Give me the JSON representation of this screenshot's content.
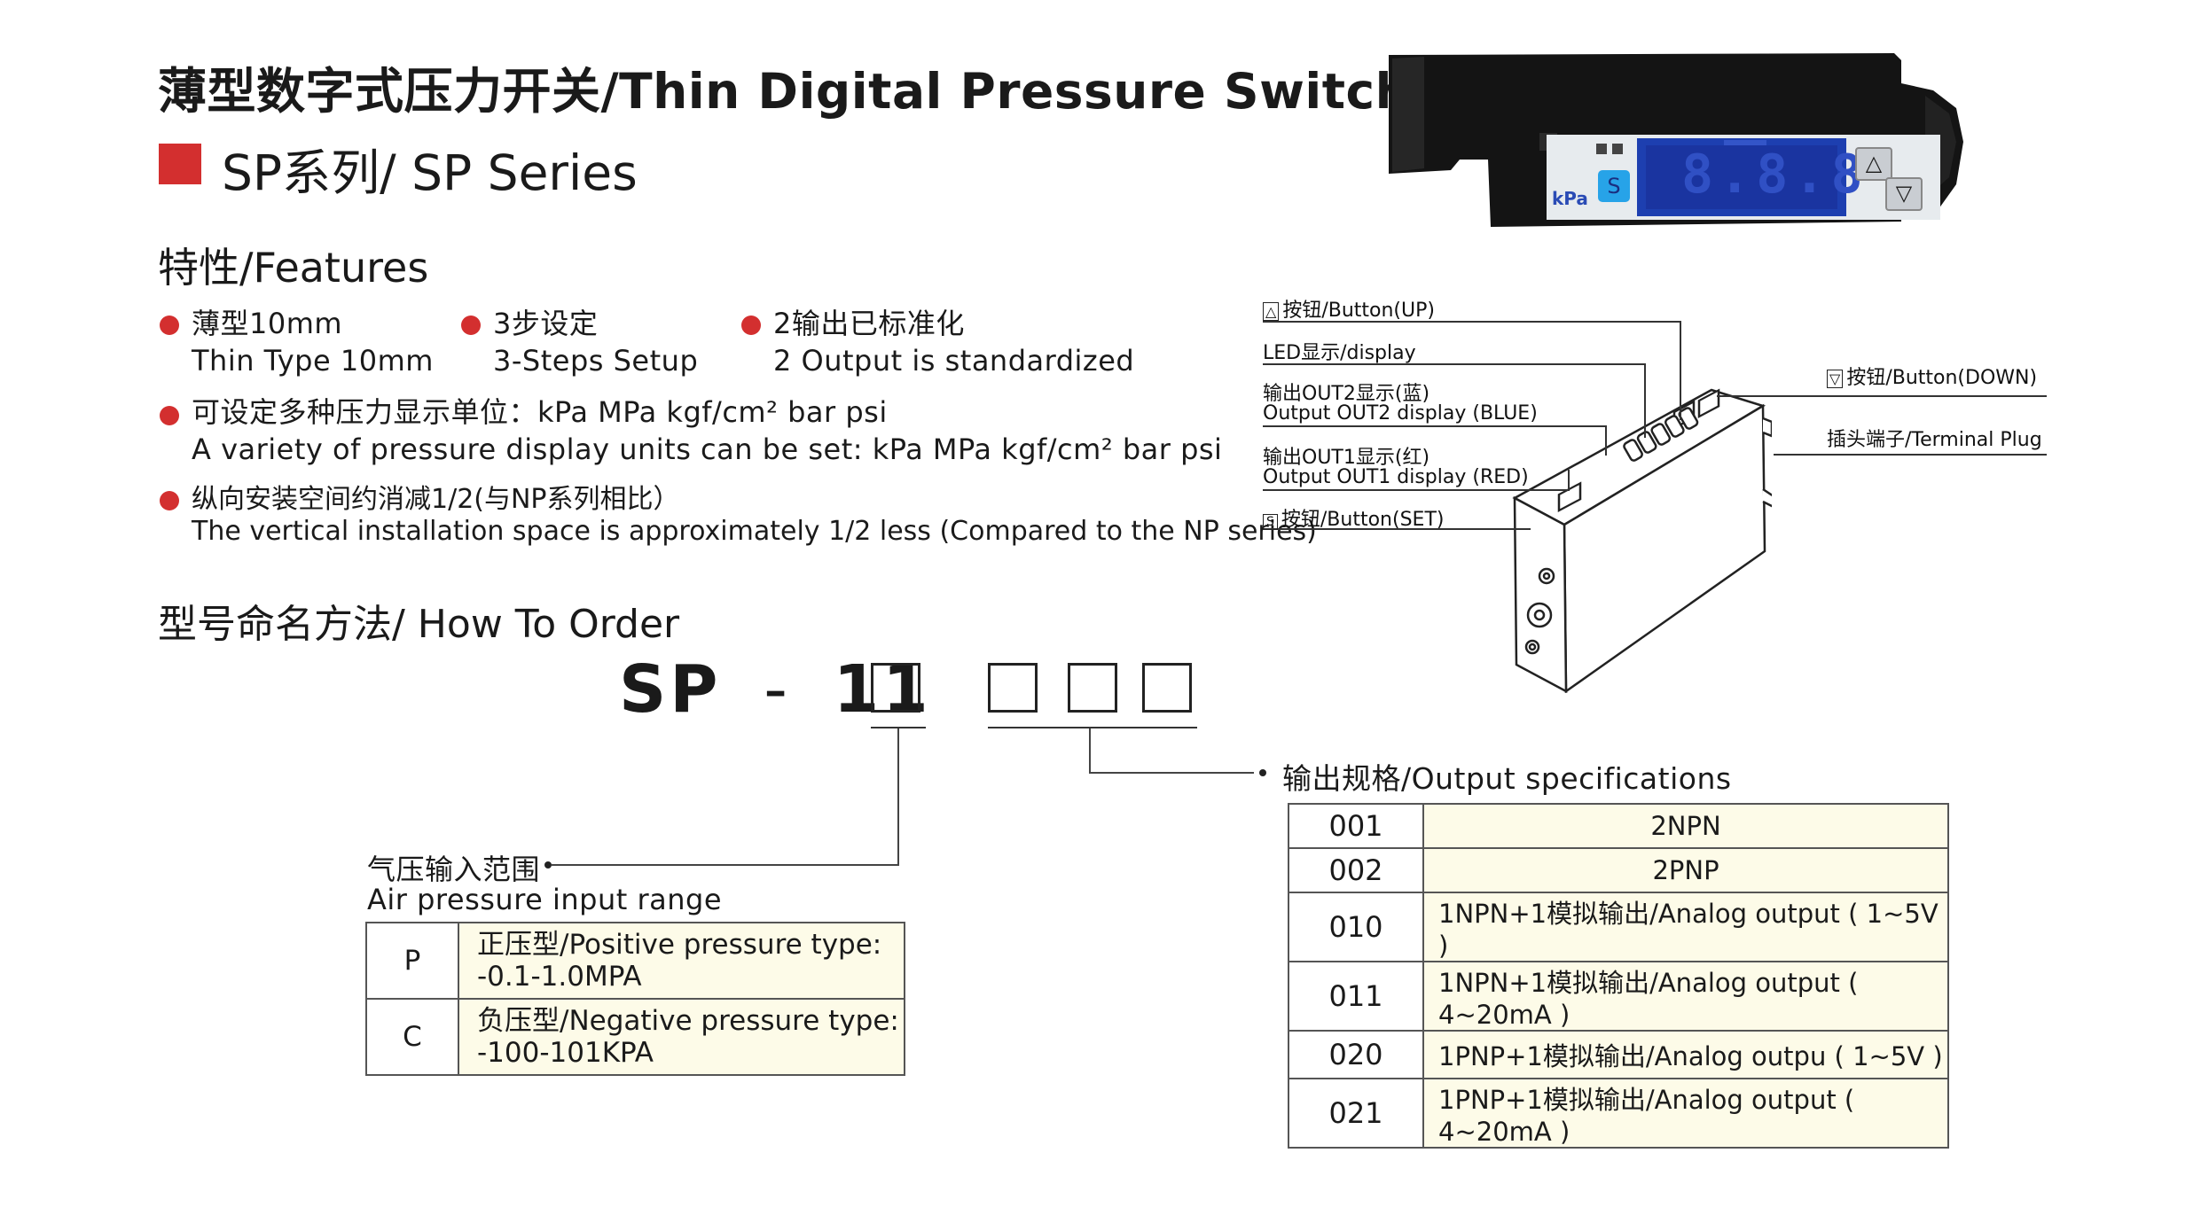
{
  "header": {
    "title": "薄型数字式压力开关/Thin Digital Pressure Switch",
    "series": "SP系列/ SP Series"
  },
  "features": {
    "heading": "特性/Features",
    "items": [
      {
        "cn": "薄型10mm",
        "en": "Thin Type 10mm"
      },
      {
        "cn": "3步设定",
        "en": "3-Steps Setup"
      },
      {
        "cn": "2输出已标准化",
        "en": "2 Output is standardized"
      },
      {
        "cn": "可设定多种压力显示单位：kPa  MPa  kgf/cm²  bar  psi",
        "en": "A variety of pressure display units can be set: kPa  MPa  kgf/cm²  bar  psi"
      },
      {
        "cn": "纵向安装空间约消减1/2(与NP系列相比）",
        "en": "The vertical installation space is approximately 1/2 less (Compared to the NP series)"
      }
    ]
  },
  "order": {
    "heading": "型号命名方法/ How To Order",
    "code_prefix": "SP",
    "code_dash": "-",
    "code_number": "11"
  },
  "air_pressure": {
    "label_cn": "气压输入范围",
    "label_en": "Air pressure input range",
    "rows": [
      {
        "code": "P",
        "line1": "正压型/Positive pressure type:",
        "line2": "-0.1-1.0MPA"
      },
      {
        "code": "C",
        "line1": "负压型/Negative pressure type:",
        "line2": "-100-101KPA"
      }
    ]
  },
  "output_spec": {
    "label": "输出规格/Output specifications",
    "rows": [
      {
        "code": "001",
        "desc": "2NPN"
      },
      {
        "code": "002",
        "desc": "2PNP"
      },
      {
        "code": "010",
        "desc": "1NPN+1模拟输出/Analog output ( 1~5V )"
      },
      {
        "code": "011",
        "desc": "1NPN+1模拟输出/Analog output ( 4~20mA )"
      },
      {
        "code": "020",
        "desc": "1PNP+1模拟输出/Analog outpu ( 1~5V )"
      },
      {
        "code": "021",
        "desc": "1PNP+1模拟输出/Analog output ( 4~20mA )"
      }
    ]
  },
  "product_photo": {
    "unit_label": "kPa",
    "set_key": "S",
    "digits": "8.8.8",
    "up_key": "△",
    "down_key": "▽"
  },
  "diagram": {
    "labels": {
      "button_up": "按钮/Button(UP)",
      "led_display": "LED显示/display",
      "out2_cn": "输出OUT2显示(蓝)",
      "out2_en": "Output OUT2 display (BLUE)",
      "out1_cn": "输出OUT1显示(红)",
      "out1_en": "Output OUT1 display (RED)",
      "button_set": "按钮/Button(SET)",
      "button_down": "按钮/Button(DOWN)",
      "terminal_plug": "插头端子/Terminal Plug"
    },
    "icons": {
      "up": "△",
      "down": "▽",
      "set": "S"
    }
  },
  "colors": {
    "accent": "#d32f2f",
    "display_blue": "#1d3fb0",
    "table_fill": "#fdfbe8"
  }
}
